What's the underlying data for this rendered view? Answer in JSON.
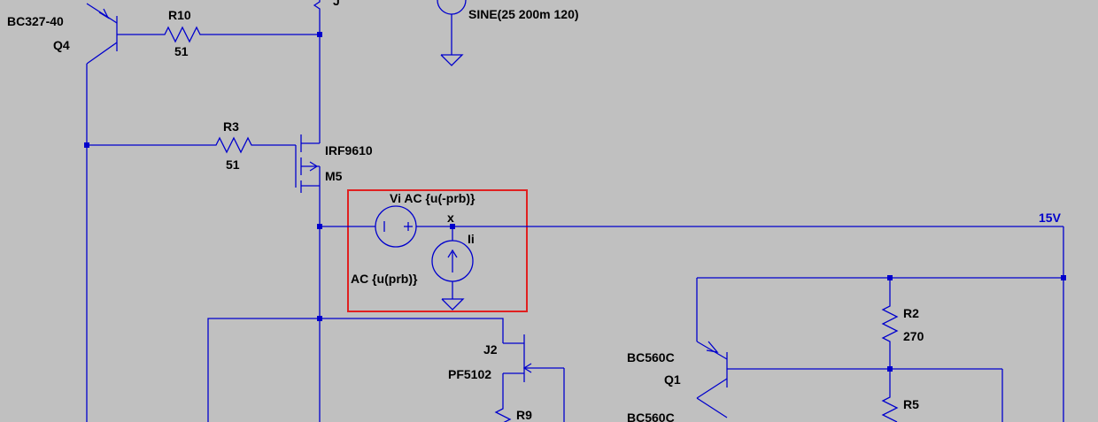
{
  "components": {
    "q4": {
      "model": "BC327-40",
      "ref": "Q4"
    },
    "r10": {
      "ref": "R10",
      "value": "51"
    },
    "r3": {
      "ref": "R3",
      "value": "51"
    },
    "m5": {
      "model": "IRF9610",
      "ref": "M5"
    },
    "sine_source": {
      "value": "SINE(25 200m 120)"
    },
    "j_top": {
      "ref": "J"
    },
    "vi": {
      "label": "Vi AC {u(-prb)}"
    },
    "node_x": {
      "label": "x"
    },
    "ii": {
      "ref": "Ii",
      "value": "AC {u(prb)}"
    },
    "net_15v": {
      "label": "15V"
    },
    "r2": {
      "ref": "R2",
      "value": "270"
    },
    "q1": {
      "model": "BC560C",
      "ref": "Q1"
    },
    "q_partial": {
      "model": "BC560C"
    },
    "r5": {
      "ref": "R5"
    },
    "j2": {
      "ref": "J2",
      "model": "PF5102"
    },
    "r9": {
      "ref": "R9"
    }
  },
  "colors": {
    "wire": "#0000cc",
    "background": "#c0c0c0",
    "selection": "#e02020"
  }
}
